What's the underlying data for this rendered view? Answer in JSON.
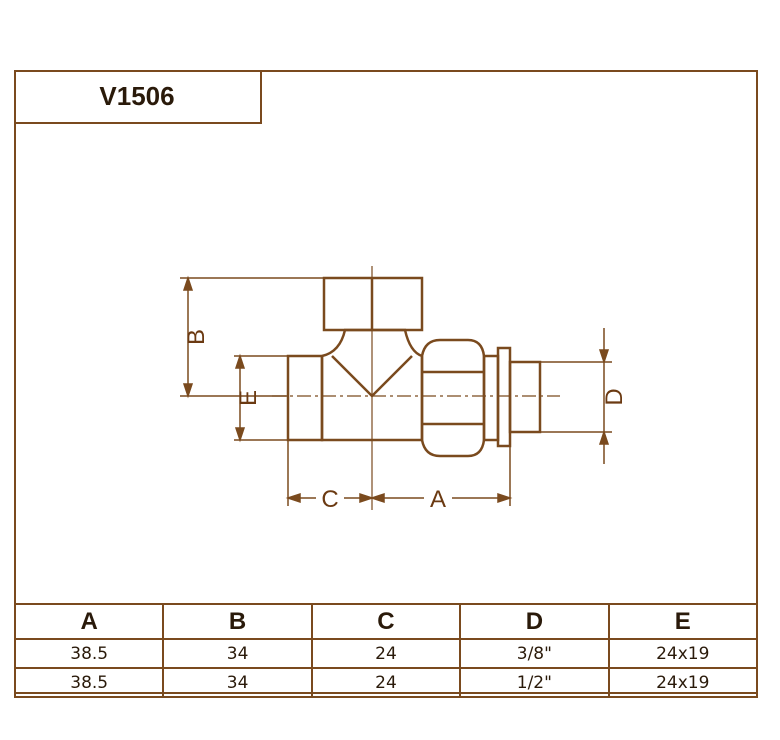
{
  "title": "V1506",
  "dimensions": {
    "labels": [
      "A",
      "B",
      "C",
      "D",
      "E"
    ]
  },
  "table": {
    "headers": [
      "A",
      "B",
      "C",
      "D",
      "E"
    ],
    "rows": [
      [
        "38.5",
        "34",
        "24",
        "3/8\"",
        "24x19"
      ],
      [
        "38.5",
        "34",
        "24",
        "1/2\"",
        "24x19"
      ]
    ]
  },
  "colors": {
    "line": "#7a4a1e",
    "text": "#2a1a0a"
  }
}
